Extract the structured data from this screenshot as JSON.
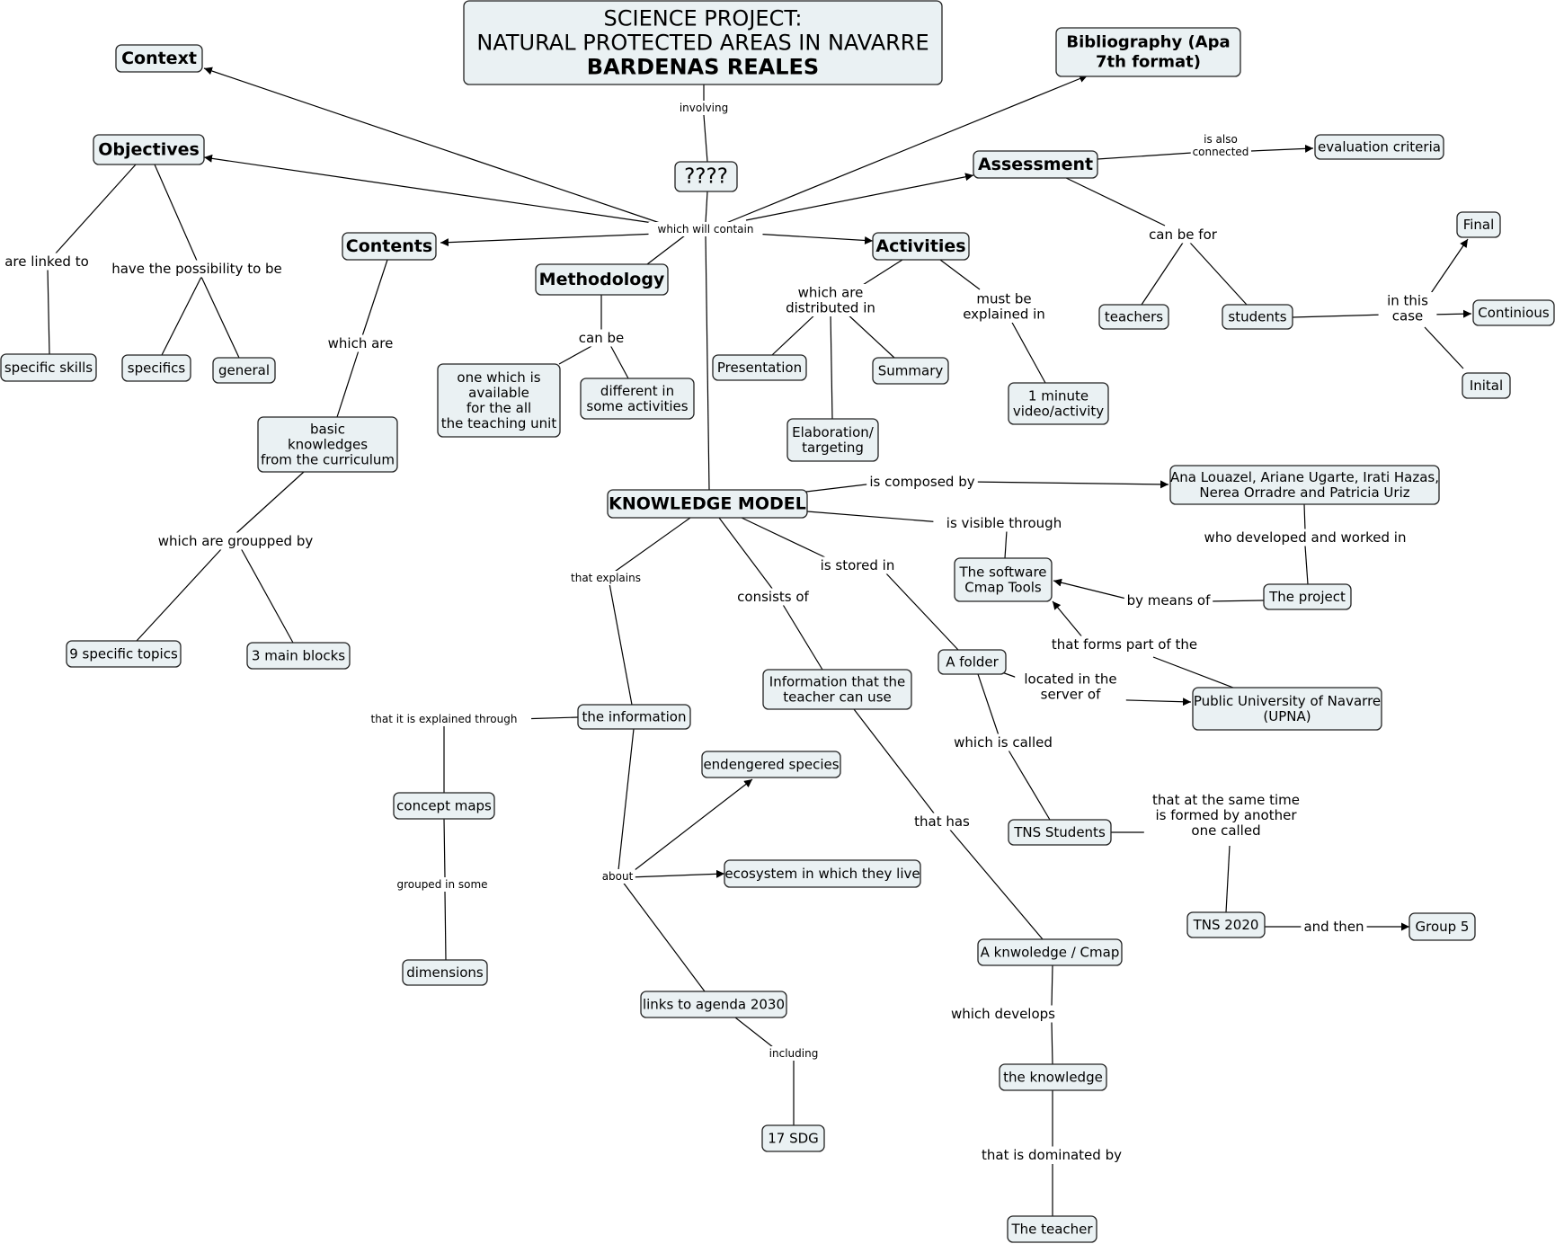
{
  "title": "SCIENCE PROJECT: NATURAL PROTECTED AREAS IN NAVARRE BARDENAS REALES",
  "nodes": [
    {
      "id": "title",
      "lines": [
        "SCIENCE PROJECT:",
        "NATURAL PROTECTED AREAS IN NAVARRE",
        "BARDENAS REALES"
      ],
      "bold_lines": [
        2
      ]
    },
    {
      "id": "context",
      "lines": [
        "Context"
      ],
      "bold": true
    },
    {
      "id": "biblio",
      "lines": [
        "Bibliography (Apa",
        "7th format)"
      ],
      "bold": true
    },
    {
      "id": "q",
      "lines": [
        "????"
      ]
    },
    {
      "id": "objectives",
      "lines": [
        "Objectives"
      ],
      "bold": true
    },
    {
      "id": "assessment",
      "lines": [
        "Assessment"
      ],
      "bold": true
    },
    {
      "id": "evalcrit",
      "lines": [
        "evaluation criteria"
      ]
    },
    {
      "id": "contents",
      "lines": [
        "Contents"
      ],
      "bold": true
    },
    {
      "id": "activities",
      "lines": [
        "Activities"
      ],
      "bold": true
    },
    {
      "id": "methodology",
      "lines": [
        "Methodology"
      ],
      "bold": true
    },
    {
      "id": "final",
      "lines": [
        "Final"
      ]
    },
    {
      "id": "teachers",
      "lines": [
        "teachers"
      ]
    },
    {
      "id": "students",
      "lines": [
        "students"
      ]
    },
    {
      "id": "continious",
      "lines": [
        "Continious"
      ]
    },
    {
      "id": "inital",
      "lines": [
        "Inital"
      ]
    },
    {
      "id": "skills",
      "lines": [
        "specific skills"
      ]
    },
    {
      "id": "specifics",
      "lines": [
        "specifics"
      ]
    },
    {
      "id": "general",
      "lines": [
        "general"
      ]
    },
    {
      "id": "oneavail",
      "lines": [
        "one which is",
        "available",
        "for the all",
        "the teaching unit"
      ]
    },
    {
      "id": "different",
      "lines": [
        "different in",
        "some activities"
      ]
    },
    {
      "id": "presentation",
      "lines": [
        "Presentation"
      ]
    },
    {
      "id": "summary",
      "lines": [
        "Summary"
      ]
    },
    {
      "id": "elaboration",
      "lines": [
        "Elaboration/",
        "targeting"
      ]
    },
    {
      "id": "video",
      "lines": [
        "1 minute",
        "video/activity"
      ]
    },
    {
      "id": "basic",
      "lines": [
        "basic",
        "knowledges",
        "from the curriculum"
      ]
    },
    {
      "id": "km",
      "lines": [
        "KNOWLEDGE MODEL"
      ],
      "bold": true
    },
    {
      "id": "authors",
      "lines": [
        "Ana Louazel, Ariane Ugarte, Irati Hazas,",
        "Nerea Orradre and Patricia Uriz"
      ]
    },
    {
      "id": "cmap",
      "lines": [
        "The software",
        "Cmap Tools"
      ]
    },
    {
      "id": "project",
      "lines": [
        "The project"
      ]
    },
    {
      "id": "nine",
      "lines": [
        "9 specific topics"
      ]
    },
    {
      "id": "three",
      "lines": [
        "3 main blocks"
      ]
    },
    {
      "id": "folder",
      "lines": [
        "A folder"
      ]
    },
    {
      "id": "upna",
      "lines": [
        "Public University of Navarre",
        "(UPNA)"
      ]
    },
    {
      "id": "info",
      "lines": [
        "Information that the",
        "teacher can use"
      ]
    },
    {
      "id": "theinfo",
      "lines": [
        "the information"
      ]
    },
    {
      "id": "species",
      "lines": [
        "endengered species"
      ]
    },
    {
      "id": "concept",
      "lines": [
        "concept maps"
      ]
    },
    {
      "id": "tns",
      "lines": [
        "TNS Students"
      ]
    },
    {
      "id": "ecosystem",
      "lines": [
        "ecosystem in which they live"
      ]
    },
    {
      "id": "tns2020",
      "lines": [
        "TNS 2020"
      ]
    },
    {
      "id": "group5",
      "lines": [
        "Group 5"
      ]
    },
    {
      "id": "akcmap",
      "lines": [
        "A knwoledge / Cmap"
      ]
    },
    {
      "id": "dimensions",
      "lines": [
        "dimensions"
      ]
    },
    {
      "id": "agenda",
      "lines": [
        "links to agenda 2030"
      ]
    },
    {
      "id": "knowledge",
      "lines": [
        "the knowledge"
      ]
    },
    {
      "id": "sdg",
      "lines": [
        "17 SDG"
      ]
    },
    {
      "id": "teacher",
      "lines": [
        "The teacher"
      ]
    }
  ],
  "labels": [
    {
      "id": "involving",
      "lines": [
        "involving"
      ]
    },
    {
      "id": "whichwill",
      "lines": [
        "which will contain"
      ]
    },
    {
      "id": "isalso",
      "lines": [
        "is also",
        "connected"
      ]
    },
    {
      "id": "canbefor",
      "lines": [
        "can be for"
      ]
    },
    {
      "id": "inthiscase",
      "lines": [
        "in this",
        "case"
      ]
    },
    {
      "id": "linked",
      "lines": [
        "are linked to"
      ]
    },
    {
      "id": "possibility",
      "lines": [
        "have the possibility to be"
      ]
    },
    {
      "id": "whichare",
      "lines": [
        "which are"
      ]
    },
    {
      "id": "canbe",
      "lines": [
        "can be"
      ]
    },
    {
      "id": "distributed",
      "lines": [
        "which are",
        "distributed in"
      ]
    },
    {
      "id": "mustbe",
      "lines": [
        "must be",
        "explained in"
      ]
    },
    {
      "id": "composed",
      "lines": [
        "is composed by"
      ]
    },
    {
      "id": "visible",
      "lines": [
        "is visible through"
      ]
    },
    {
      "id": "developed",
      "lines": [
        "who developed and worked in"
      ]
    },
    {
      "id": "bymeans",
      "lines": [
        "by means of"
      ]
    },
    {
      "id": "groupped",
      "lines": [
        "which are groupped by"
      ]
    },
    {
      "id": "explains",
      "lines": [
        "that explains"
      ]
    },
    {
      "id": "consists",
      "lines": [
        "consists of"
      ]
    },
    {
      "id": "stored",
      "lines": [
        "is stored in"
      ]
    },
    {
      "id": "formspart",
      "lines": [
        "that forms part of the"
      ]
    },
    {
      "id": "located",
      "lines": [
        "located in the",
        "server of"
      ]
    },
    {
      "id": "explained",
      "lines": [
        "that it is explained through"
      ]
    },
    {
      "id": "called",
      "lines": [
        "which is called"
      ]
    },
    {
      "id": "thathas",
      "lines": [
        "that has"
      ]
    },
    {
      "id": "sametime",
      "lines": [
        "that at the same time",
        "is formed by another",
        "one called"
      ]
    },
    {
      "id": "about",
      "lines": [
        "about"
      ]
    },
    {
      "id": "grouped",
      "lines": [
        "grouped in some"
      ]
    },
    {
      "id": "andthen",
      "lines": [
        "and then"
      ]
    },
    {
      "id": "develops",
      "lines": [
        "which develops"
      ]
    },
    {
      "id": "including",
      "lines": [
        "including"
      ]
    },
    {
      "id": "dominated",
      "lines": [
        "that is dominated by"
      ]
    }
  ]
}
